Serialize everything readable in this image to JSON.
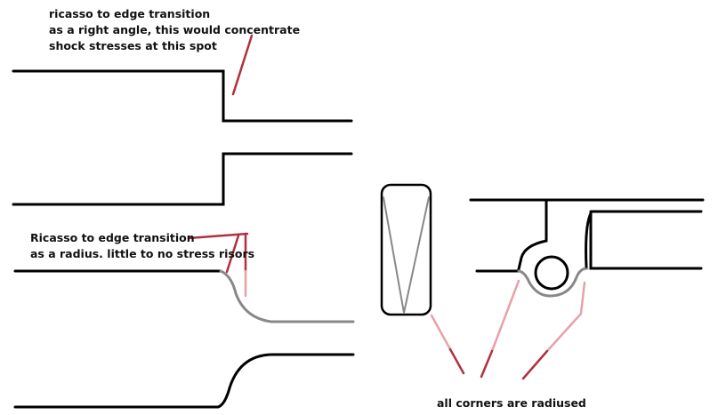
{
  "annotations": {
    "top_note": [
      "ricasso to edge transition",
      "as a right angle, this would concentrate",
      "shock stresses at this spot"
    ],
    "middle_note": [
      "Ricasso to edge transition",
      "as a radius. little to no stress risors"
    ],
    "bottom_note": "all corners are radiused"
  },
  "colors": {
    "stroke": "#000000",
    "pointer": "#b0303f",
    "pointer_light": "#e8a0a8",
    "gray": "#8a8a8a"
  }
}
